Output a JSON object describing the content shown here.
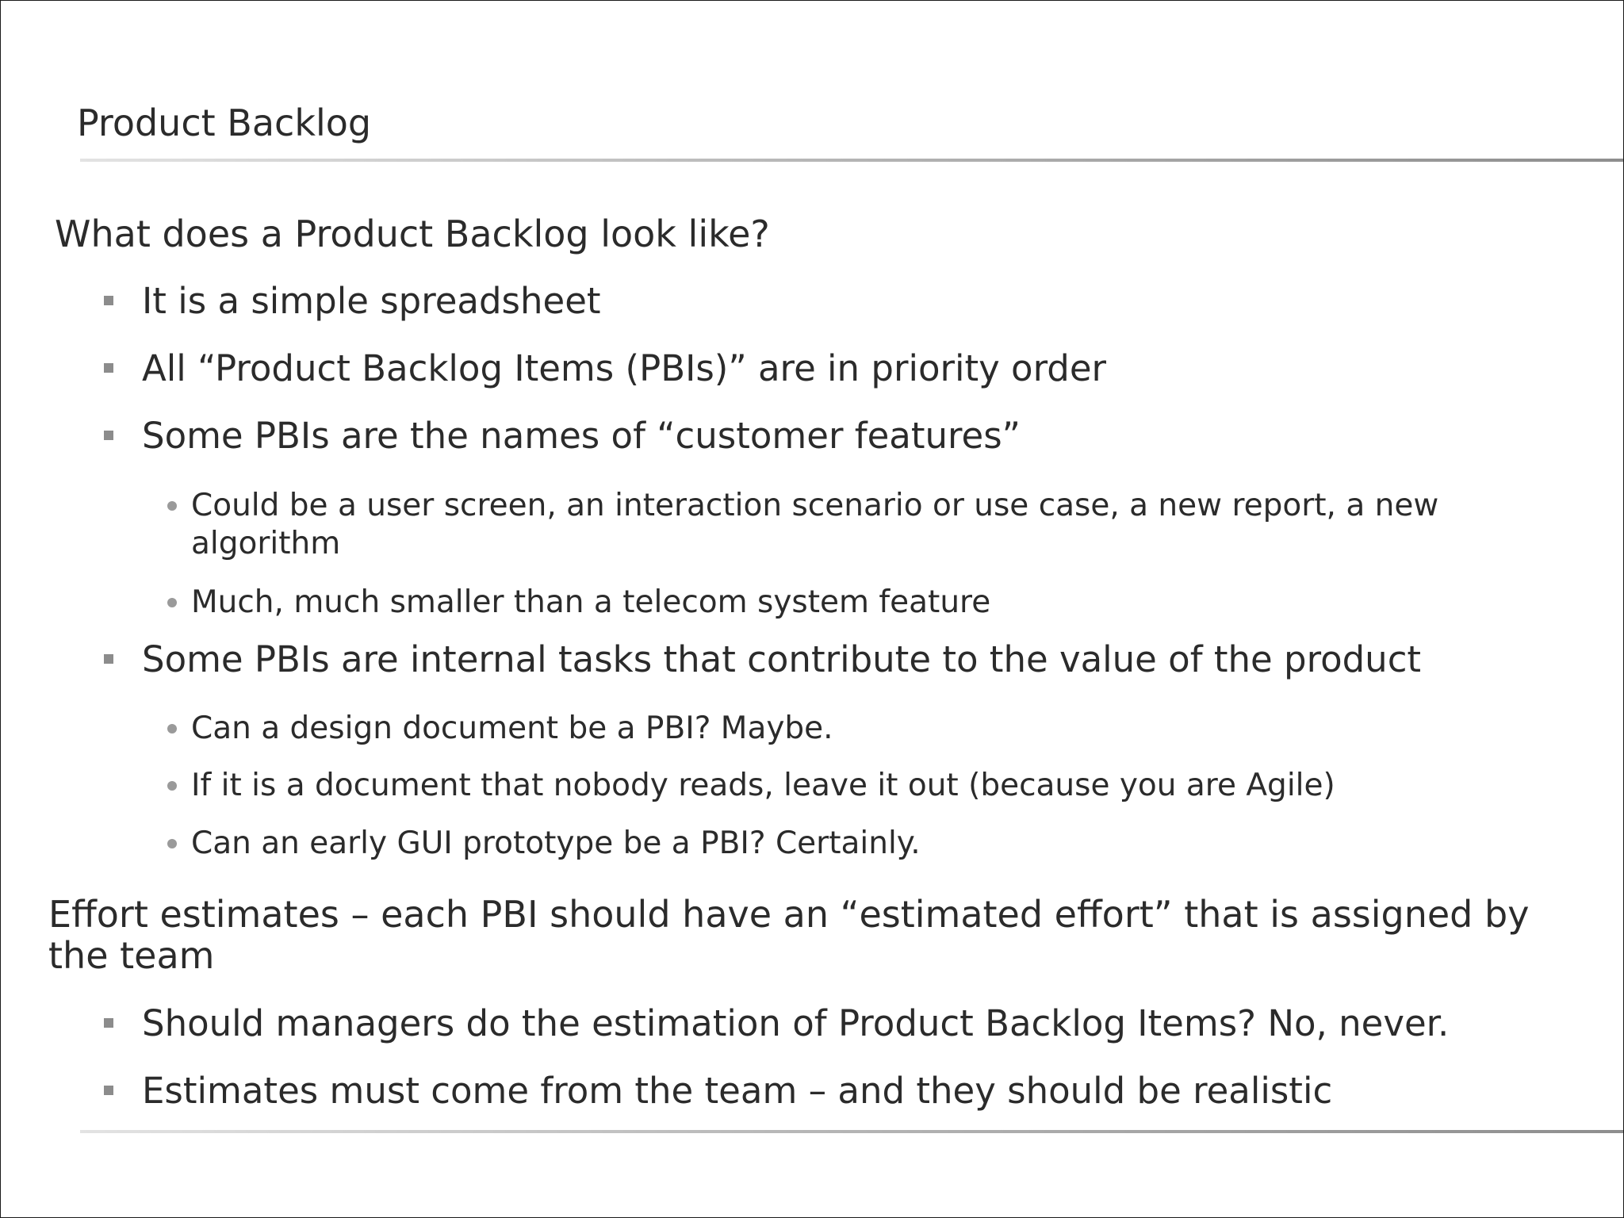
{
  "slide": {
    "title": "Product Backlog",
    "intro_heading": "What does a Product Backlog look like?",
    "points": [
      {
        "text": "It is a simple spreadsheet",
        "sub": []
      },
      {
        "text": "All “Product Backlog Items (PBIs)” are in priority order",
        "sub": []
      },
      {
        "text": "Some PBIs are the names of “customer features”",
        "sub": [
          "Could be a user screen, an interaction scenario or use case, a new report, a new algorithm",
          "Much, much smaller than a telecom system feature"
        ]
      },
      {
        "text": "Some PBIs are internal tasks that contribute to the value of the product",
        "sub": [
          "Can a design document be a PBI?  Maybe.",
          "If it is a document that nobody reads, leave it out (because you are Agile)",
          "Can an early GUI prototype be a PBI?  Certainly."
        ]
      }
    ],
    "effort_heading": "Effort estimates – each PBI should have an “estimated effort” that is assigned by the team",
    "effort_points": [
      "Should managers do the estimation of Product Backlog Items?  No, never.",
      "Estimates must come from the team – and they should be realistic"
    ]
  }
}
